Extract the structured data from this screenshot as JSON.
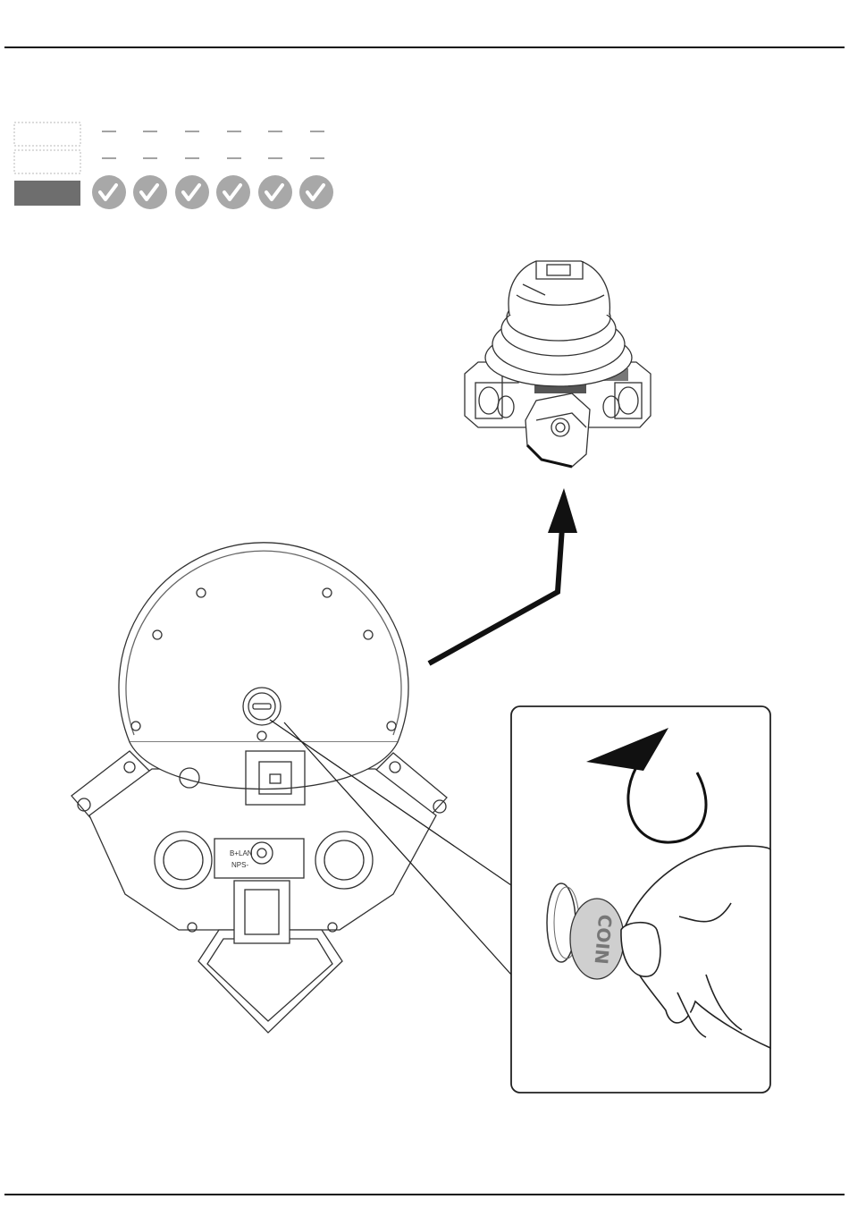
{
  "compat_table": {
    "rows": 3,
    "columns": 6,
    "empty_mark": "—",
    "check_mark": "✓",
    "check_color": "#a8a8a8",
    "row_label_color": "#6e6e6e",
    "checked_row": 3
  },
  "figures": {
    "camera_module": "camera-dome-assembly",
    "mount_base": "camera-mount-base",
    "detail_inset": "hand-turning-coin-detail",
    "rotation_arrow": "counterclockwise-arrow-icon",
    "direction_arrow": "black-arrow-up-icon"
  },
  "coin_label": "COIN",
  "base_labels": [
    "B+LAN",
    "NPS-"
  ]
}
